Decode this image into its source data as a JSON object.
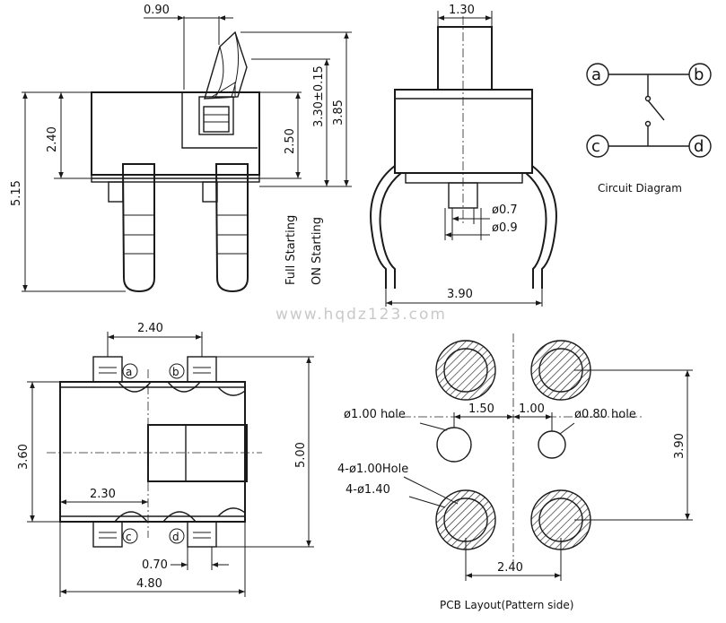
{
  "side_view": {
    "dims": {
      "top_offset": "0.90",
      "stroke": "3.30±0.15",
      "overall_height": "3.85",
      "total_height": "5.15",
      "body_height": "2.40",
      "full_stroke": "2.50"
    },
    "labels": {
      "full_starting": "Full Starting",
      "on_starting": "ON Starting"
    }
  },
  "front_view": {
    "dims": {
      "actuator_width": "1.30",
      "pin_small": "ø0.7",
      "pin_large": "ø0.9",
      "lead_span": "3.90"
    }
  },
  "circuit": {
    "title": "Circuit Diagram",
    "terminals": {
      "a": "a",
      "b": "b",
      "c": "c",
      "d": "d"
    }
  },
  "top_view": {
    "dims": {
      "terminal_pitch": "2.40",
      "body_height": "3.60",
      "overall_height": "5.00",
      "offset": "2.30",
      "pad_width": "0.70",
      "overall_width": "4.80"
    },
    "terminals": {
      "a": "a",
      "b": "b",
      "c": "c",
      "d": "d"
    }
  },
  "pcb": {
    "title": "PCB Layout(Pattern side)",
    "dims": {
      "left_offset": "1.50",
      "right_offset": "1.00",
      "vertical_pitch": "3.90",
      "horizontal_pitch": "2.40"
    },
    "labels": {
      "hole_left": "ø1.00 hole",
      "hole_right": "ø0.80  hole",
      "pad_holes": "4-ø1.00Hole",
      "pad_diam": "4-ø1.40"
    }
  },
  "watermark": "www.hqdz123.com"
}
